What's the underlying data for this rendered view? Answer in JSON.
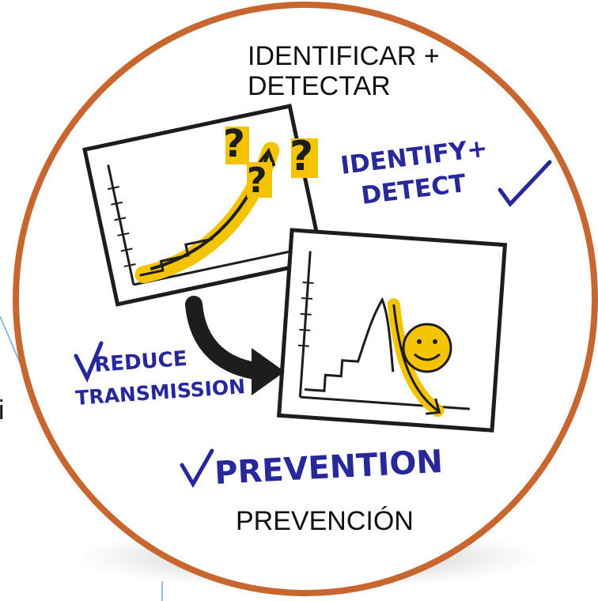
{
  "captions": {
    "identify_es_line1": "IDENTIFICAR +",
    "identify_es_line2": "DETECTAR",
    "prevention_es": "PREVENCIÓN",
    "left_edge_char": "i"
  },
  "sketch": {
    "identify_en_line1": "IDENTIFY+",
    "identify_en_line2": "DETECT",
    "reduce_line1": "REDUCE",
    "reduce_line2": "TRANSMISSION",
    "prevention_en": "PREVENTION"
  },
  "colors": {
    "ring": "#c8662f",
    "ink": "#1d1d1d",
    "marker_blue": "#27289c",
    "highlight_yellow": "#f5c400",
    "connector_blue": "#6fa8dc"
  }
}
